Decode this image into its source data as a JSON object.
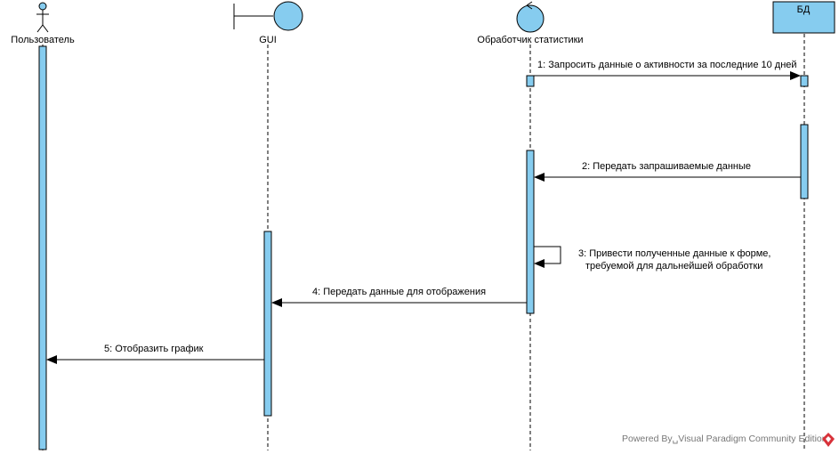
{
  "participants": {
    "user": {
      "name": "Пользователь",
      "kind": "actor"
    },
    "gui": {
      "name": "GUI",
      "kind": "boundary"
    },
    "stats": {
      "name": "Обработчик статистики",
      "kind": "control"
    },
    "db": {
      "name": "БД",
      "kind": "class"
    }
  },
  "messages": {
    "m1": {
      "label": "1: Запросить данные о активности за последние 10 дней",
      "from": "stats",
      "to": "db"
    },
    "m2": {
      "label": "2: Передать запрашиваемые данные",
      "from": "db",
      "to": "stats"
    },
    "m3": {
      "label_line1": "3: Привести полученные данные к форме,",
      "label_line2": "требуемой для дальнейшей обработки",
      "from": "stats",
      "to": "stats"
    },
    "m4": {
      "label": "4: Передать данные для отображения",
      "from": "stats",
      "to": "gui"
    },
    "m5": {
      "label": "5: Отобразить график",
      "from": "gui",
      "to": "user"
    }
  },
  "watermark": {
    "text": "Powered By␣Visual Paradigm Community Edition",
    "icon": "visual-paradigm-logo-icon"
  },
  "colors": {
    "activation_fill": "#86ccef",
    "participant_fill": "#86ccef",
    "line": "#000000",
    "watermark": "#777777",
    "logo": "#d8323a"
  }
}
